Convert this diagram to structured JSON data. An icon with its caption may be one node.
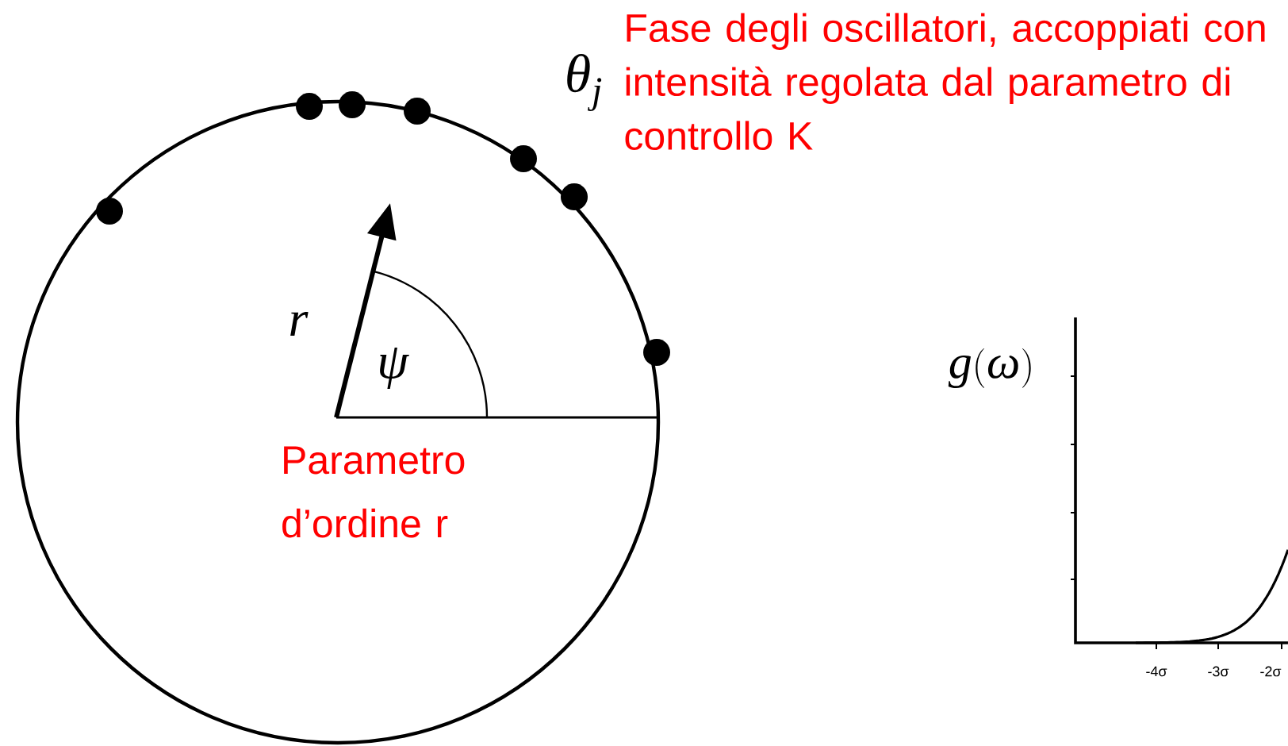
{
  "diagram": {
    "labels": [
      "\\theta_j",
      "Fase degli oscillatori, accoppiati con intensità regolata dal parametro di controllo K",
      "r",
      "\\psi",
      "Parametro d’ordine r",
      "g(\\omega)",
      "-4σ",
      "-3σ",
      "-2σ"
    ]
  }
}
